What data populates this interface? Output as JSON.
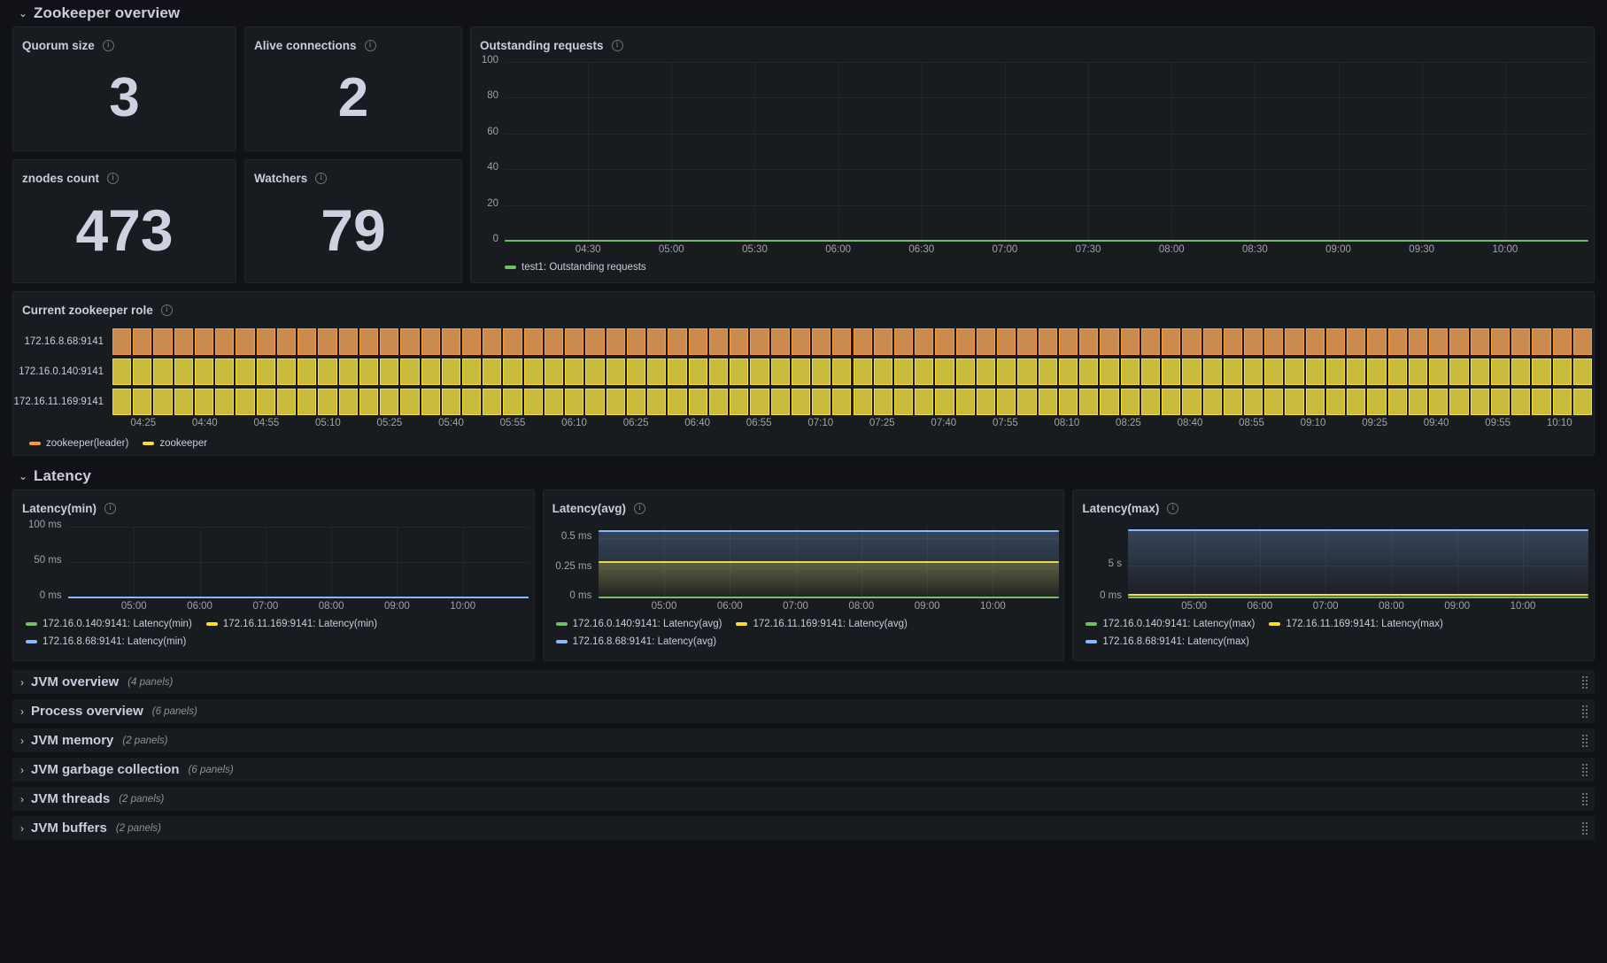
{
  "rows": {
    "zookeeper_overview": {
      "title": "Zookeeper overview",
      "chevron": "chevron-down"
    },
    "latency": {
      "title": "Latency",
      "chevron": "chevron-down"
    }
  },
  "colors": {
    "green": "#73bf69",
    "yellow": "#fade2a",
    "blue": "#8ab8ff",
    "orange": "#ff9830",
    "leader_band": "#cc8b4e",
    "follower_band": "#c9bc3d",
    "panel_bg": "#181b1f",
    "page_bg": "#111217",
    "grid": "#23262b",
    "text": "#ccccdc",
    "text_dim": "#9fa3a8"
  },
  "stats": [
    {
      "title": "Quorum size",
      "value": "3",
      "info": "info-icon"
    },
    {
      "title": "Alive connections",
      "value": "2",
      "info": "info-icon"
    },
    {
      "title": "znodes count",
      "value": "473",
      "info": "info-icon"
    },
    {
      "title": "Watchers",
      "value": "79",
      "info": "info-icon"
    }
  ],
  "outstanding_requests": {
    "title": "Outstanding requests",
    "info": "info-icon",
    "legend": [
      {
        "label": "test1: Outstanding requests",
        "color": "#73bf69"
      }
    ]
  },
  "zookeeper_role": {
    "title": "Current zookeeper role",
    "info": "info-icon",
    "rows": [
      {
        "label": "172.16.8.68:9141",
        "state": "zookeeper(leader)",
        "color": "#cc8b4e",
        "border": "#ff9830"
      },
      {
        "label": "172.16.0.140:9141",
        "state": "zookeeper",
        "color": "#c9bc3d",
        "border": "#fade2a"
      },
      {
        "label": "172.16.11.169:9141",
        "state": "zookeeper",
        "color": "#c9bc3d",
        "border": "#fade2a"
      }
    ],
    "legend": [
      {
        "label": "zookeeper(leader)",
        "color": "#ff9830"
      },
      {
        "label": "zookeeper",
        "color": "#fade2a"
      }
    ]
  },
  "latency_panels": [
    {
      "title": "Latency(min)",
      "info": "info-icon",
      "legend": [
        {
          "label": "172.16.0.140:9141: Latency(min)",
          "color": "#73bf69"
        },
        {
          "label": "172.16.11.169:9141: Latency(min)",
          "color": "#fade2a"
        },
        {
          "label": "172.16.8.68:9141: Latency(min)",
          "color": "#8ab8ff"
        }
      ]
    },
    {
      "title": "Latency(avg)",
      "info": "info-icon",
      "legend": [
        {
          "label": "172.16.0.140:9141: Latency(avg)",
          "color": "#73bf69"
        },
        {
          "label": "172.16.11.169:9141: Latency(avg)",
          "color": "#fade2a"
        },
        {
          "label": "172.16.8.68:9141: Latency(avg)",
          "color": "#8ab8ff"
        }
      ]
    },
    {
      "title": "Latency(max)",
      "info": "info-icon",
      "legend": [
        {
          "label": "172.16.0.140:9141: Latency(max)",
          "color": "#73bf69"
        },
        {
          "label": "172.16.11.169:9141: Latency(max)",
          "color": "#fade2a"
        },
        {
          "label": "172.16.8.68:9141: Latency(max)",
          "color": "#8ab8ff"
        }
      ]
    }
  ],
  "collapsed_rows": [
    {
      "title": "JVM overview",
      "count": "(4 panels)",
      "chevron": "chevron-right"
    },
    {
      "title": "Process overview",
      "count": "(6 panels)",
      "chevron": "chevron-right"
    },
    {
      "title": "JVM memory",
      "count": "(2 panels)",
      "chevron": "chevron-right"
    },
    {
      "title": "JVM garbage collection",
      "count": "(6 panels)",
      "chevron": "chevron-right"
    },
    {
      "title": "JVM threads",
      "count": "(2 panels)",
      "chevron": "chevron-right"
    },
    {
      "title": "JVM buffers",
      "count": "(2 panels)",
      "chevron": "chevron-right"
    }
  ],
  "chart_data": [
    {
      "type": "line",
      "id": "outstanding-requests",
      "title": "Outstanding requests",
      "xlabel": "",
      "ylabel": "",
      "ylim": [
        0,
        100
      ],
      "yticks": [
        "0",
        "20",
        "40",
        "60",
        "80",
        "100"
      ],
      "ytick_values": [
        0,
        20,
        40,
        60,
        80,
        100
      ],
      "xticks": [
        "04:30",
        "05:00",
        "05:30",
        "06:00",
        "06:30",
        "07:00",
        "07:30",
        "08:00",
        "08:30",
        "09:00",
        "09:30",
        "10:00"
      ],
      "grid": true,
      "legend_position": "bottom",
      "series": [
        {
          "name": "test1: Outstanding requests",
          "color": "#73bf69",
          "constant_value": 0
        }
      ]
    },
    {
      "type": "heatmap",
      "id": "current-zookeeper-role",
      "title": "Current zookeeper role",
      "ylabel": "",
      "categories": [
        "172.16.8.68:9141",
        "172.16.0.140:9141",
        "172.16.11.169:9141"
      ],
      "xticks": [
        "04:25",
        "04:40",
        "04:55",
        "05:10",
        "05:25",
        "05:40",
        "05:55",
        "06:10",
        "06:25",
        "06:40",
        "06:55",
        "07:10",
        "07:25",
        "07:40",
        "07:55",
        "08:10",
        "08:25",
        "08:40",
        "08:55",
        "09:10",
        "09:25",
        "09:40",
        "09:55",
        "10:10"
      ],
      "states": [
        "zookeeper(leader)",
        "zookeeper"
      ],
      "state_colors": {
        "zookeeper(leader)": "#ff9830",
        "zookeeper": "#fade2a"
      },
      "row_states": [
        {
          "row": "172.16.8.68:9141",
          "state": "zookeeper(leader)"
        },
        {
          "row": "172.16.0.140:9141",
          "state": "zookeeper"
        },
        {
          "row": "172.16.11.169:9141",
          "state": "zookeeper"
        }
      ],
      "legend_position": "bottom"
    },
    {
      "type": "line",
      "id": "latency-min",
      "title": "Latency(min)",
      "ylim": [
        0,
        100
      ],
      "yticks": [
        "0 ms",
        "50 ms",
        "100 ms"
      ],
      "ytick_values": [
        0,
        50,
        100
      ],
      "xticks": [
        "05:00",
        "06:00",
        "07:00",
        "08:00",
        "09:00",
        "10:00"
      ],
      "grid": true,
      "legend_position": "bottom",
      "series": [
        {
          "name": "172.16.0.140:9141: Latency(min)",
          "color": "#73bf69",
          "constant_value": 0
        },
        {
          "name": "172.16.11.169:9141: Latency(min)",
          "color": "#fade2a",
          "constant_value": 0
        },
        {
          "name": "172.16.8.68:9141: Latency(min)",
          "color": "#8ab8ff",
          "constant_value": 0
        }
      ]
    },
    {
      "type": "area",
      "id": "latency-avg",
      "title": "Latency(avg)",
      "ylim": [
        0,
        0.6
      ],
      "yticks": [
        "0 ms",
        "0.25 ms",
        "0.5 ms"
      ],
      "ytick_values": [
        0,
        0.25,
        0.5
      ],
      "xticks": [
        "05:00",
        "06:00",
        "07:00",
        "08:00",
        "09:00",
        "10:00"
      ],
      "grid": true,
      "legend_position": "bottom",
      "series": [
        {
          "name": "172.16.0.140:9141: Latency(avg)",
          "color": "#73bf69",
          "constant_value": 0
        },
        {
          "name": "172.16.11.169:9141: Latency(avg)",
          "color": "#fade2a",
          "constant_value": 0.3
        },
        {
          "name": "172.16.8.68:9141: Latency(avg)",
          "color": "#8ab8ff",
          "constant_value": 0.56
        }
      ]
    },
    {
      "type": "area",
      "id": "latency-max",
      "title": "Latency(max)",
      "ylim": [
        0,
        11
      ],
      "yticks": [
        "0 ms",
        "5 s"
      ],
      "ytick_values": [
        0,
        5
      ],
      "xticks": [
        "05:00",
        "06:00",
        "07:00",
        "08:00",
        "09:00",
        "10:00"
      ],
      "grid": true,
      "legend_position": "bottom",
      "series": [
        {
          "name": "172.16.0.140:9141: Latency(max)",
          "color": "#73bf69",
          "constant_value": 0
        },
        {
          "name": "172.16.11.169:9141: Latency(max)",
          "color": "#fade2a",
          "constant_value": 0.35
        },
        {
          "name": "172.16.8.68:9141: Latency(max)",
          "color": "#8ab8ff",
          "constant_value": 10.4
        }
      ]
    }
  ]
}
